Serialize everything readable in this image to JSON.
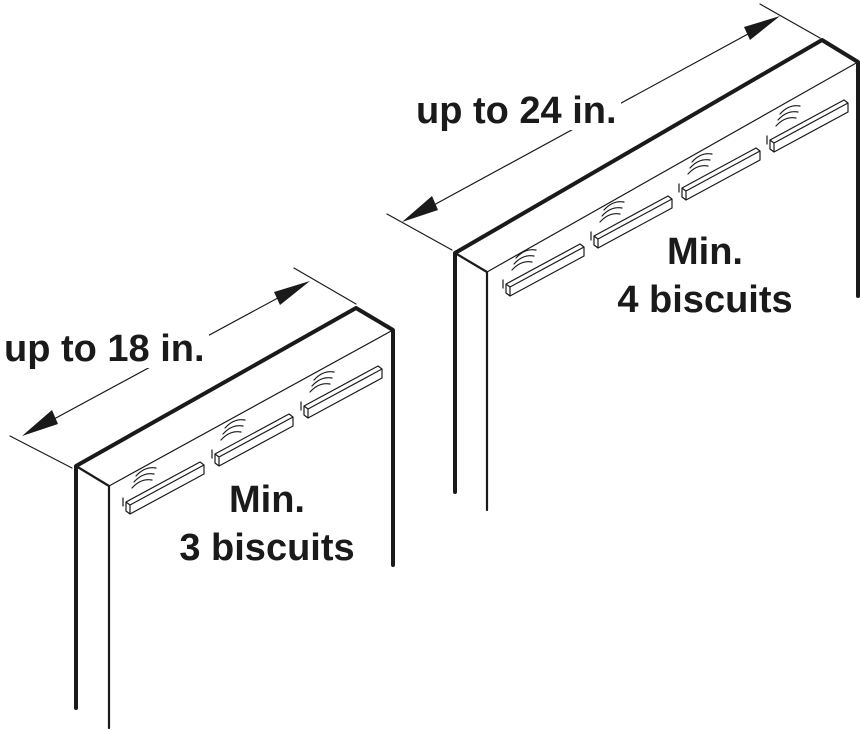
{
  "small_panel": {
    "dimension_label": "up to 18 in.",
    "min_line": "Min.",
    "count_line": "3 biscuits",
    "biscuit_count": 3
  },
  "large_panel": {
    "dimension_label": "up to 24 in.",
    "min_line": "Min.",
    "count_line": "4 biscuits",
    "biscuit_count": 4
  },
  "colors": {
    "ink": "#1a1a1a",
    "background": "#ffffff"
  }
}
